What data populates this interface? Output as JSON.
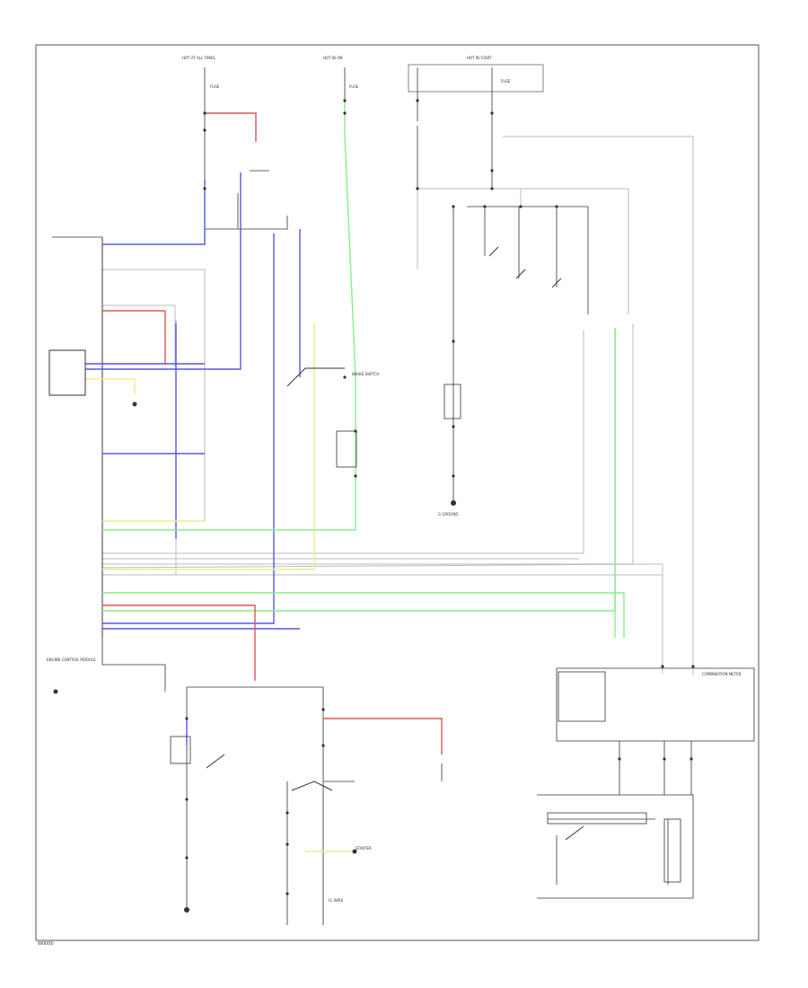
{
  "colors": {
    "frame": "#555555",
    "black": "#333333",
    "gray": "#bbbbbb",
    "blue": "#5555ee",
    "green": "#88ee88",
    "yellow": "#eeee88",
    "red": "#dd5555"
  },
  "footer_code": "W0000",
  "labels": {
    "hot_at_all_times": "HOT AT ALL TIMES",
    "hot_in_on": "HOT IN ON",
    "hot_in_start": "HOT IN START",
    "fuse_1": "FUSE",
    "fuse_2": "FUSE",
    "fuse_3": "FUSE",
    "combination_meter": "COMBINATION METER",
    "brake_switch": "BRAKE SWITCH",
    "starter": "STARTER",
    "engine_control": "ENGINE CONTROL MODULE",
    "g_ground": "G GROUND",
    "fl_wire": "FL WIRE"
  }
}
